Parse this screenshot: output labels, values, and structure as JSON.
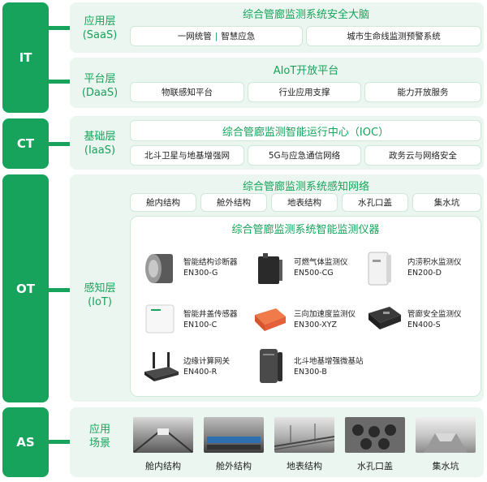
{
  "tags": {
    "it": "IT",
    "ct": "CT",
    "ot": "OT",
    "as": "AS"
  },
  "saas": {
    "layer": "应用层",
    "layer_en": "(SaaS)",
    "title": "综合管廊监测系统安全大脑",
    "left_a": "一网统管",
    "left_sep": "|",
    "left_b": "智慧应急",
    "right": "城市生命线监测预警系统"
  },
  "daas": {
    "layer": "平台层",
    "layer_en": "(DaaS)",
    "title": "AIoT开放平台",
    "items": [
      "物联感知平台",
      "行业应用支撑",
      "能力开放服务"
    ]
  },
  "iaas": {
    "layer": "基础层",
    "layer_en": "(IaaS)",
    "title": "综合管廊监测智能运行中心（IOC）",
    "items": [
      "北斗卫星与地基增强网",
      "5G与应急通信网络",
      "政务云与网络安全"
    ]
  },
  "iot": {
    "layer": "感知层",
    "layer_en": "(IoT)",
    "title": "综合管廊监测系统感知网络",
    "items": [
      "舱内结构",
      "舱外结构",
      "地表结构",
      "水孔口盖",
      "集水坑"
    ],
    "inst_title": "综合管廊监测系统智能监测仪器",
    "devices": [
      {
        "name": "智能结构诊断器",
        "model": "EN300-G",
        "icon": "round-sensor-icon"
      },
      {
        "name": "可燃气体监测仪",
        "model": "EN500-CG",
        "icon": "black-box-sensor-icon"
      },
      {
        "name": "内涝积水监测仪",
        "model": "EN200-D",
        "icon": "white-box-sensor-icon"
      },
      {
        "name": "智能井盖传感器",
        "model": "EN100-C",
        "icon": "flat-sensor-icon"
      },
      {
        "name": "三向加速度监测仪",
        "model": "EN300-XYZ",
        "icon": "orange-sensor-icon"
      },
      {
        "name": "管廊安全监测仪",
        "model": "EN400-S",
        "icon": "black-module-icon"
      },
      {
        "name": "边缘计算网关",
        "model": "EN400-R",
        "icon": "gateway-icon"
      },
      {
        "name": "北斗地基增强微基站",
        "model": "EN300-B",
        "icon": "gnss-station-icon"
      }
    ]
  },
  "scenes": {
    "layer": "应用",
    "layer2": "场景",
    "items": [
      "舱内结构",
      "舱外结构",
      "地表结构",
      "水孔口盖",
      "集水坑"
    ]
  },
  "colors": {
    "accent": "#17a35b",
    "panel": "#eaf6ef",
    "border": "#cfe8d8"
  }
}
